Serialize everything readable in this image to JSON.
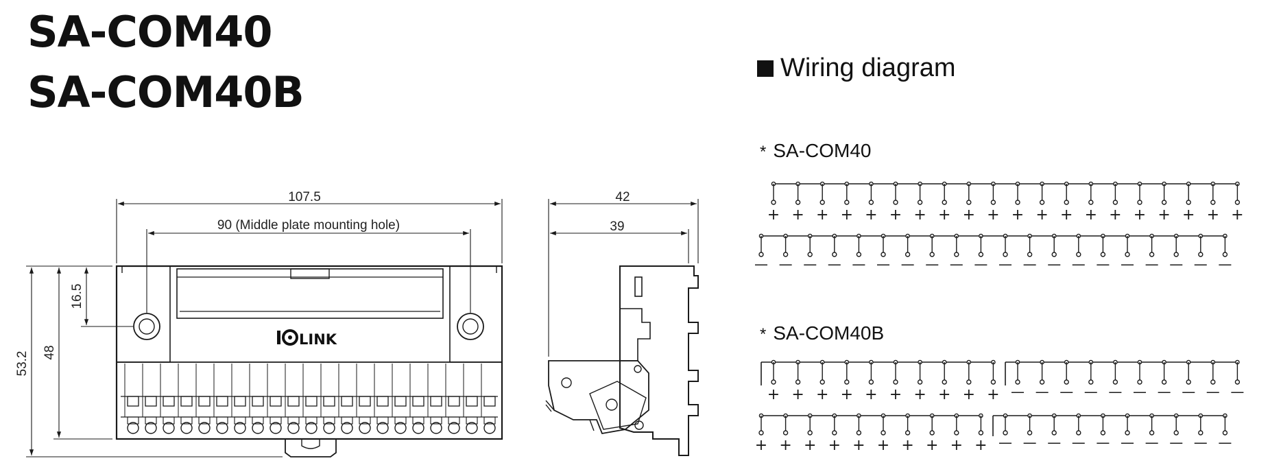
{
  "header": {
    "title_line1": "SA-COM40",
    "title_line2": "SA-COM40B"
  },
  "wiring": {
    "section_title": "Wiring diagram",
    "bullet": "*",
    "diagrams": [
      {
        "label": "SA-COM40"
      },
      {
        "label": "SA-COM40B"
      }
    ],
    "plus_sign": "+",
    "minus_sign": "—"
  },
  "front_view": {
    "dim_overall_width": "107.5",
    "dim_hole_spacing": "90 (Middle plate mounting hole)",
    "dim_hole_height": "16.5",
    "dim_body_height": "48",
    "dim_total_height": "53.2",
    "logo_text": "LINK"
  },
  "side_view": {
    "dim_overall_depth": "42",
    "dim_body_depth": "39"
  },
  "colors": {
    "line": "#1a1a1a",
    "background": "#ffffff"
  }
}
